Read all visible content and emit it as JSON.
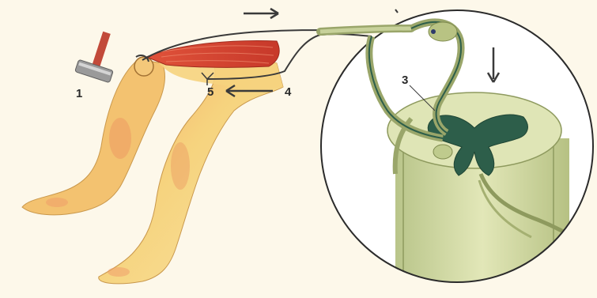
{
  "labels": {
    "hammer": "1",
    "spinal_cord": "3",
    "motor_path": "4",
    "muscle_effector": "5"
  },
  "colors": {
    "background": "#fdf8ea",
    "skin": "#f6d37e",
    "skin_shadow": "#e98f57",
    "muscle": "#d9482f",
    "nerve": "#3a3a3a",
    "spinal_cord": "#d5dca3",
    "grey_matter": "#2d5e4a",
    "circle_outline": "#2b2b2b"
  },
  "icons": {
    "hammer": "reflex-hammer-icon",
    "arrow": "arrow-icon"
  }
}
